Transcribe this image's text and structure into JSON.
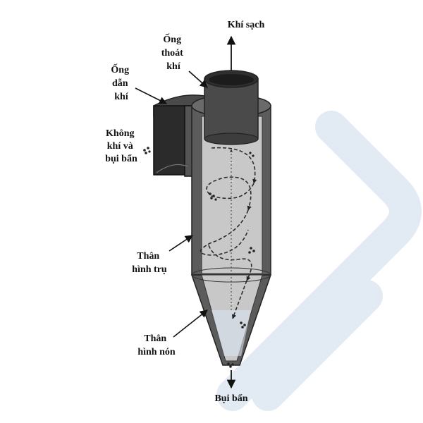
{
  "labels": {
    "clean_air": "Khí sạch",
    "outlet_pipe": [
      "Ống",
      "thoát",
      "khí"
    ],
    "inlet_pipe": [
      "Ống",
      "dẫn",
      "khí"
    ],
    "dirty_air": [
      "Không",
      "khí và",
      "bụi bẩn"
    ],
    "cylinder_body": [
      "Thân",
      "hình trụ"
    ],
    "cone_body": [
      "Thân",
      "hình nón"
    ],
    "dust": "Bụi bẩn"
  },
  "colors": {
    "body_dark": "#4a4a4a",
    "body_mid": "#5c5c5c",
    "interior": "#c8c8c8",
    "inlet_dark": "#2b2b2b",
    "watermark": "#dfe8f3"
  }
}
